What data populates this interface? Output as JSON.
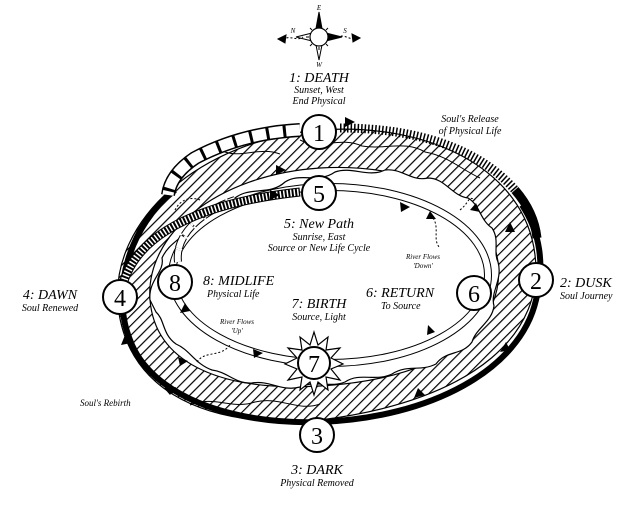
{
  "compass": {
    "top": "E",
    "bottom": "W",
    "left": "N",
    "right": "S"
  },
  "stages": [
    {
      "num": "1",
      "title": "1: DEATH",
      "lines": [
        "Sunset, West",
        "End Physical"
      ]
    },
    {
      "num": "2",
      "title": "2: DUSK",
      "lines": [
        "Soul Journey"
      ]
    },
    {
      "num": "3",
      "title": "3: DARK",
      "lines": [
        "Physical Removed"
      ]
    },
    {
      "num": "4",
      "title": "4: DAWN",
      "lines": [
        "Soul Renewed"
      ]
    },
    {
      "num": "5",
      "title": "5: New Path",
      "lines": [
        "Sunrise, East",
        "Source or New Life Cycle"
      ]
    },
    {
      "num": "6",
      "title": "6: RETURN",
      "lines": [
        "To Source"
      ]
    },
    {
      "num": "7",
      "title": "7: BIRTH",
      "lines": [
        "Source, Light"
      ]
    },
    {
      "num": "8",
      "title": "8: MIDLIFE",
      "lines": [
        "Physical Life"
      ]
    }
  ],
  "annotations": {
    "souls_release": [
      "Soul's Release",
      "of Physical Life"
    ],
    "souls_rebirth": "Soul's Rebirth",
    "river_down": [
      "River Flows",
      "'Down'"
    ],
    "river_up": [
      "River Flows",
      "'Up'"
    ]
  }
}
